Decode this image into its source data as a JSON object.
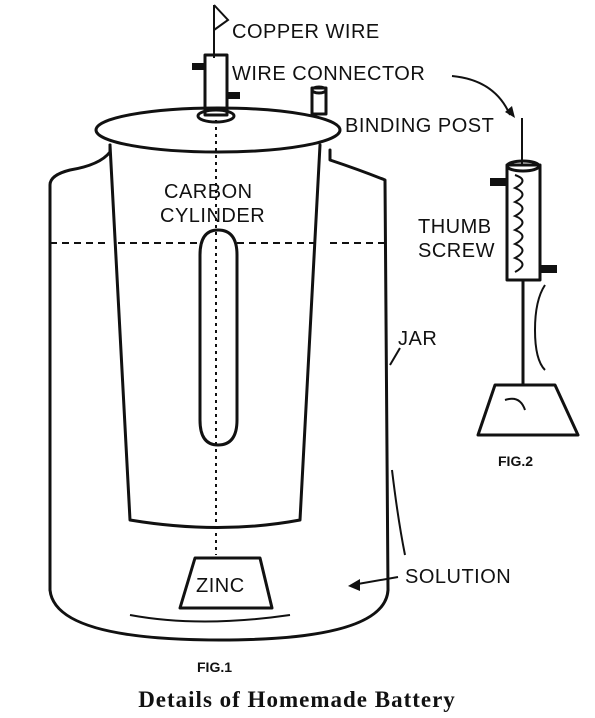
{
  "labels": {
    "copper_wire": "COPPER WIRE",
    "wire_connector": "WIRE CONNECTOR",
    "binding_post": "BINDING POST",
    "carbon": "CARBON",
    "cylinder": "CYLINDER",
    "thumb": "THUMB",
    "screw": "SCREW",
    "jar": "JAR",
    "zinc": "ZINC",
    "solution": "SOLUTION",
    "fig1": "FIG.1",
    "fig2": "FIG.2"
  },
  "caption": "Details of Homemade Battery",
  "colors": {
    "ink": "#111111",
    "paper": "#ffffff"
  }
}
